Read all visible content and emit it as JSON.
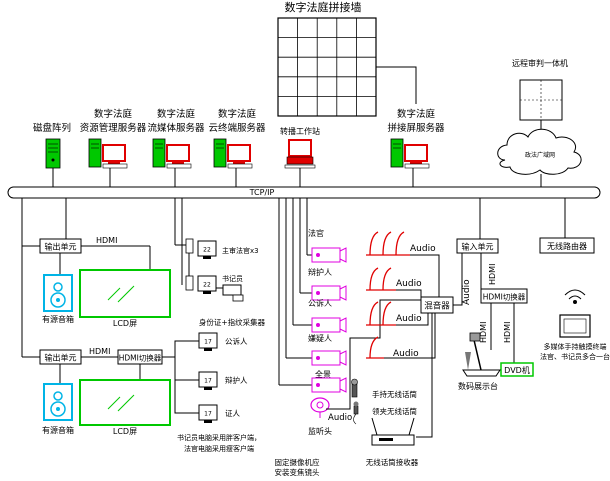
{
  "title": "数字法庭拼接墙",
  "bus_label": "TCP/IP",
  "servers": [
    {
      "line1": "",
      "line2": "磁盘阵列"
    },
    {
      "line1": "数字法庭",
      "line2": "资源管理服务器"
    },
    {
      "line1": "数字法庭",
      "line2": "流媒体服务器"
    },
    {
      "line1": "数字法庭",
      "line2": "云终端服务器"
    },
    {
      "line1": "",
      "line2": "转播工作站"
    },
    {
      "line1": "数字法庭",
      "line2": "拼接屏服务器"
    }
  ],
  "remote": {
    "label": "远程审判一体机",
    "cloud_label": "政法广域网"
  },
  "top_zone": {
    "output_unit": "输出单元",
    "hdmi": "HDMI",
    "speaker": "有源音箱",
    "lcd": "LCD屏"
  },
  "bottom_zone": {
    "output_unit": "输出单元",
    "hdmi": "HDMI",
    "hdmi_switch": "HDMI切换器",
    "speaker": "有源音箱",
    "lcd": "LCD屏"
  },
  "terminals": {
    "t1": "主审法官x3",
    "t2": "书记员",
    "t3": "公诉人",
    "t4": "辩护人",
    "t5": "证人",
    "scanner": "身份证+指纹采集器",
    "screen_labels": [
      "22",
      "22",
      "17",
      "17",
      "17"
    ]
  },
  "cameras": [
    "法官",
    "辩护人",
    "公诉人",
    "嫌疑人",
    "全景"
  ],
  "monitor_head": "监听头",
  "audio_label": "Audio",
  "mixer": "混音器",
  "wireless_handheld": "手持无线话筒",
  "wireless_lapel": "领夹无线话筒",
  "wireless_receiver": "无线话筒接收器",
  "right_zone": {
    "input_unit": "输入单元",
    "hdmi_switch": "HDMI切换器",
    "hdmi": "HDMI",
    "dvd": "DVD机",
    "doc_camera": "数码展示台",
    "router": "无线路由器",
    "tablet_note": [
      "多媒体手持触摸终端",
      "法官、书记员多合一台"
    ]
  },
  "notes": {
    "clerk": [
      "书记员电脑采用胖客户端，",
      "法官电脑采用瘦客户端"
    ],
    "camera": [
      "固定摄像机应",
      "安装变焦镜头"
    ]
  },
  "colors": {
    "green": "#00b400",
    "red": "#e00000",
    "cyan": "#00b4e6",
    "magenta": "#e000e0",
    "black": "#000000"
  }
}
